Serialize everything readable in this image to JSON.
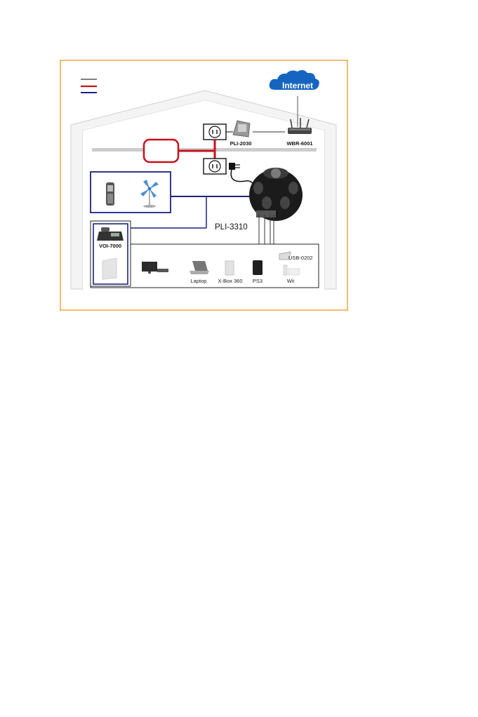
{
  "colors": {
    "frame_border": "#f0a640",
    "house_outline": "#cfcfcf",
    "power_line": "#c8101c",
    "network_line": "#1a237e",
    "thin_line": "#333333",
    "cloud": "#1565c0"
  },
  "legend": {
    "entries": [
      {
        "color": "#333333"
      },
      {
        "color": "#c8101c"
      },
      {
        "color": "#1a237e"
      }
    ]
  },
  "cloud": {
    "label": "Internet",
    "icon": "cloud-icon"
  },
  "devices": {
    "pli_2030": {
      "label": "PLI-2030",
      "icon": "powerline-adapter-icon"
    },
    "wbr_6001": {
      "label": "WBR-6001",
      "icon": "wireless-router-icon"
    },
    "pli_3310": {
      "label": "PLI-3310",
      "icon": "powerline-hub-icon"
    },
    "voi_7000": {
      "label": "VOI-7000",
      "icon": "ip-phone-icon"
    },
    "usb_0202": {
      "label": "USB-0202",
      "icon": "usb-hub-icon"
    },
    "laptop": {
      "label": "Laptop",
      "icon": "laptop-icon"
    },
    "xbox_360": {
      "label": "X-Box 360",
      "icon": "game-console-icon"
    },
    "ps3": {
      "label": "PS3",
      "icon": "game-console-icon"
    },
    "wii": {
      "label": "Wii",
      "icon": "game-console-icon"
    },
    "mobile_phone": {
      "icon": "mobile-phone-icon"
    },
    "fan": {
      "icon": "fan-icon"
    },
    "nas": {
      "icon": "storage-tower-icon"
    },
    "monitor": {
      "icon": "monitor-icon"
    }
  },
  "outlets": {
    "upper": {
      "icon": "wall-outlet-icon"
    },
    "lower": {
      "icon": "wall-outlet-icon"
    }
  }
}
